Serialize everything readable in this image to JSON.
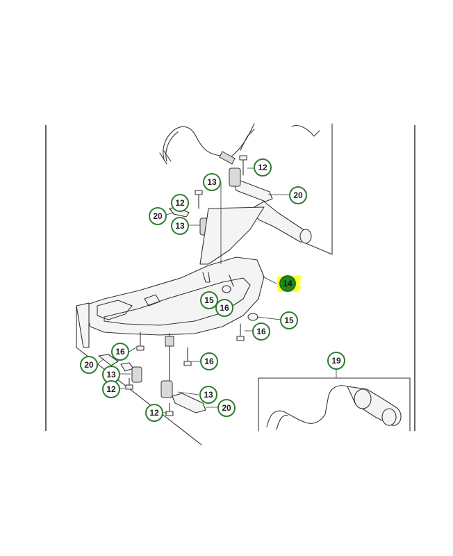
{
  "diagram": {
    "accent_color": "#2e7d32",
    "highlight_color": "#ffff33",
    "callouts": [
      {
        "id": "c12a",
        "label": "12"
      },
      {
        "id": "c20a",
        "label": "20"
      },
      {
        "id": "c13a",
        "label": "13"
      },
      {
        "id": "c12b",
        "label": "12"
      },
      {
        "id": "c20b",
        "label": "20"
      },
      {
        "id": "c13b",
        "label": "13"
      },
      {
        "id": "c14",
        "label": "14"
      },
      {
        "id": "c15a",
        "label": "15"
      },
      {
        "id": "c16a",
        "label": "16"
      },
      {
        "id": "c15b",
        "label": "15"
      },
      {
        "id": "c16b",
        "label": "16"
      },
      {
        "id": "c16c",
        "label": "16"
      },
      {
        "id": "c16d",
        "label": "16"
      },
      {
        "id": "c20c",
        "label": "20"
      },
      {
        "id": "c13c",
        "label": "13"
      },
      {
        "id": "c12c",
        "label": "12"
      },
      {
        "id": "c13d",
        "label": "13"
      },
      {
        "id": "c20d",
        "label": "20"
      },
      {
        "id": "c12d",
        "label": "12"
      },
      {
        "id": "c19",
        "label": "19"
      }
    ]
  }
}
